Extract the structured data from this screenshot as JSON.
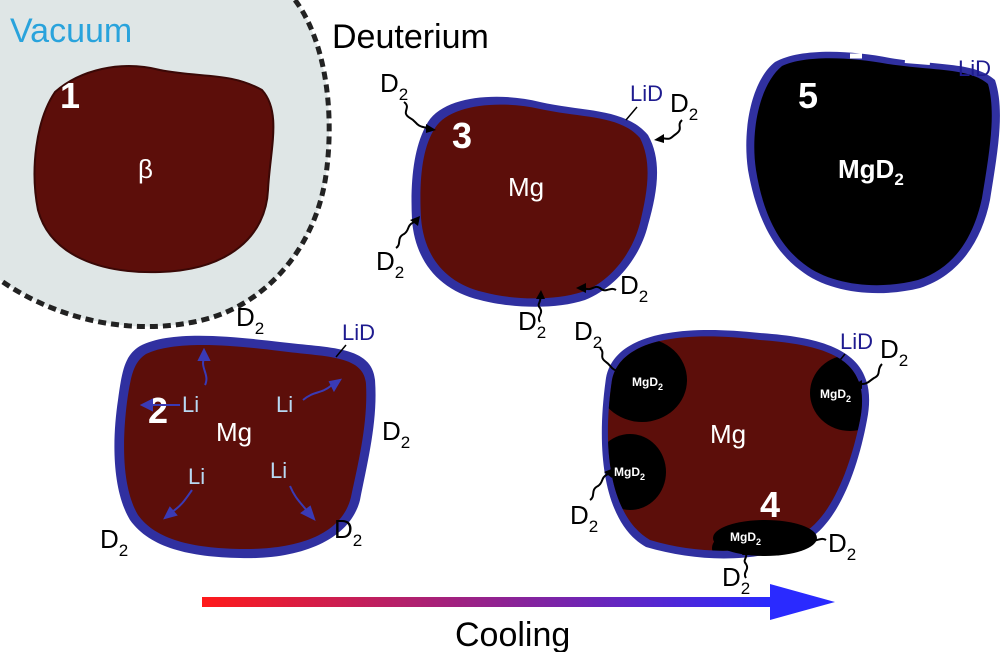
{
  "labels": {
    "vacuum": "Vacuum",
    "deuterium": "Deuterium",
    "cooling": "Cooling",
    "beta": "β",
    "mg": "Mg",
    "li": "Li",
    "lid": "LiD",
    "d": "D",
    "two": "2",
    "mgd": "MgD"
  },
  "particles": [
    {
      "number": "1",
      "core_label": "β"
    },
    {
      "number": "2",
      "core_label": "Mg"
    },
    {
      "number": "3",
      "core_label": "Mg"
    },
    {
      "number": "4",
      "core_label": "Mg"
    },
    {
      "number": "5",
      "core_label": "MgD"
    }
  ],
  "colors": {
    "vacuum_fill": "#dfe6e6",
    "vacuum_text": "#29a3dc",
    "particle": "#5c0e0a",
    "lid_shell": "#3030a0",
    "hydride": "#000000",
    "arrow_start": "#ff1a1a",
    "arrow_end": "#2a2aff"
  }
}
